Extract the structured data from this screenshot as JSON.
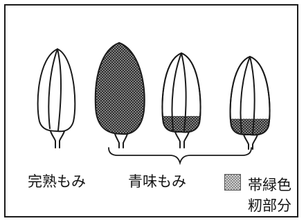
{
  "labels": {
    "mature": "完熟もみ",
    "green": "青味もみ",
    "legend_line1": "帯緑色",
    "legend_line2": "籾部分"
  },
  "colors": {
    "ink": "#1a1a1a",
    "hatch_fill": "#8a8a8a",
    "background": "#ffffff"
  }
}
